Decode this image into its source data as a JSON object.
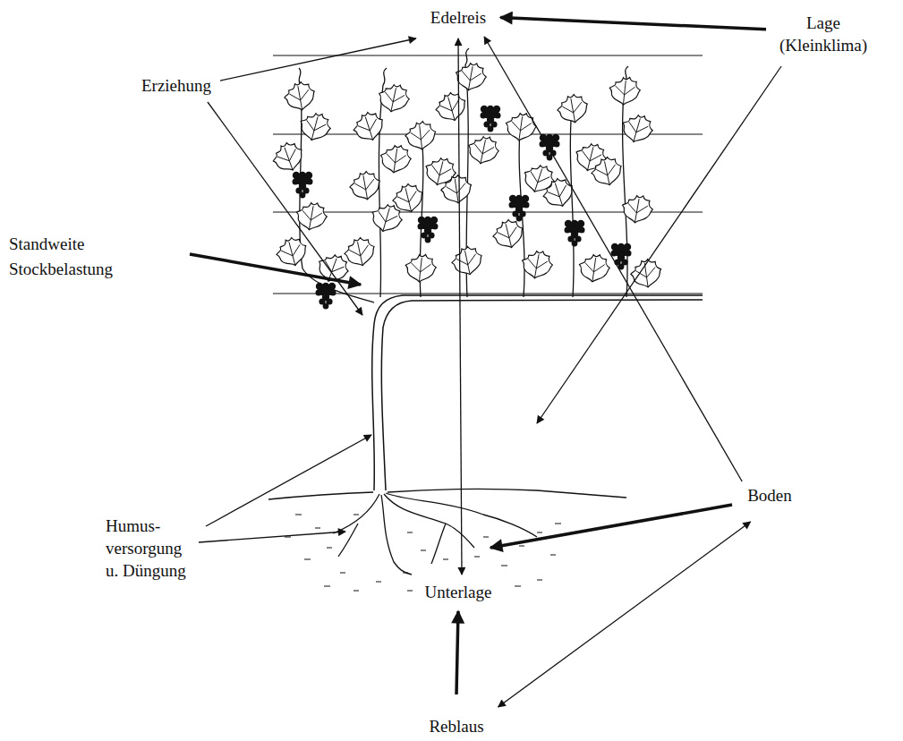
{
  "diagram": {
    "nodes": [
      {
        "text": [
          "Edelreis"
        ]
      },
      {
        "text": [
          "Erziehung"
        ]
      },
      {
        "text": [
          "Lage (Kleinklima)"
        ]
      },
      {
        "text": [
          "Standweite Stockbelastung"
        ]
      },
      {
        "text": [
          "Humus- versorgung u. Düngung"
        ]
      },
      {
        "text": [
          "Boden"
        ]
      },
      {
        "text": [
          "Unterlage"
        ]
      },
      {
        "text": [
          "Reblaus"
        ]
      }
    ],
    "edges": [
      {
        "from": 1,
        "to": 0,
        "arrow": "to"
      },
      {
        "from": 2,
        "to": 0,
        "arrow": "to"
      },
      {
        "from": 0,
        "to": 6,
        "arrow": "both"
      },
      {
        "from": 5,
        "to": 0,
        "arrow": "to"
      },
      {
        "from": 5,
        "to": 7,
        "arrow": "both"
      },
      {
        "from": 7,
        "to": 6,
        "arrow": "to"
      }
    ]
  }
}
